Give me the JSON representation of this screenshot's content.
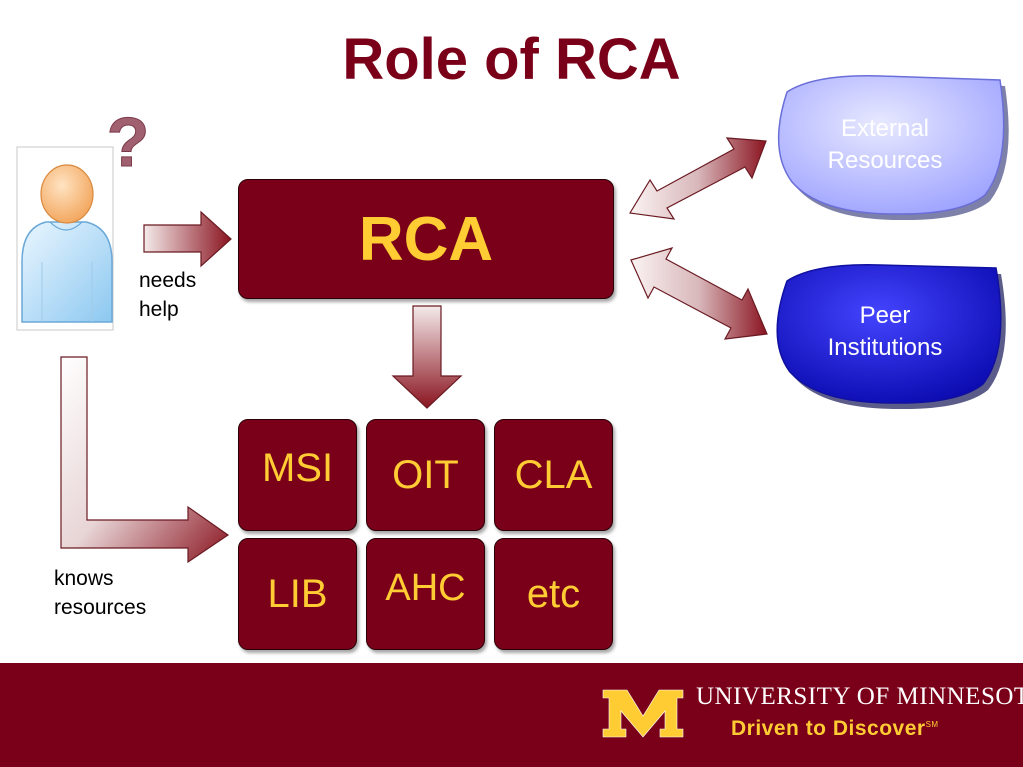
{
  "slide": {
    "title": "Role of RCA",
    "center_box": "RCA",
    "needs_help": [
      "needs",
      "help"
    ],
    "knows_resources": [
      "knows",
      "resources"
    ],
    "units": [
      "MSI",
      "OIT",
      "CLA",
      "LIB",
      "AHC",
      "etc"
    ],
    "external_resources": [
      "External",
      "Resources"
    ],
    "peer_institutions": [
      "Peer",
      "Institutions"
    ],
    "question_mark": "?"
  },
  "footer": {
    "university_name": "UNIVERSITY OF MINNESOTA",
    "tagline": "Driven to Discover",
    "service_mark": "SM"
  },
  "colors": {
    "maroon": "#7a0019",
    "gold": "#ffcc33",
    "external_blue": "#b8bcff",
    "peer_blue": "#1a1ad6"
  }
}
